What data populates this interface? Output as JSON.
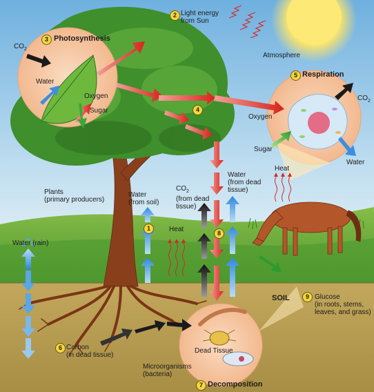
{
  "labels": {
    "light_energy": "Light energy\nfrom Sun",
    "atmosphere": "Atmosphere",
    "photosynthesis": "Photosynthesis",
    "co2_left": "CO",
    "co2_left_sub": "2",
    "water_leaf": "Water",
    "oxygen_leaf": "Oxygen",
    "sugar_leaf": "Sugar",
    "respiration": "Respiration",
    "oxygen_cell": "Oxygen",
    "sugar_cell": "Sugar",
    "co2_cell": "CO",
    "co2_cell_sub": "2",
    "water_cell": "Water",
    "heat_horse": "Heat",
    "plants": "Plants\n(primary producers)",
    "water_soil": "Water\n(from soil)",
    "co2_dead": "CO",
    "co2_dead_sub": "2",
    "co2_dead_rest": "(from dead\ntissue)",
    "water_dead": "Water\n(from dead\ntissue)",
    "heat_center": "Heat",
    "water_rain": "Water (rain)",
    "soil": "SOIL",
    "glucose": "Glucose\n(in roots, stems,\nleaves, and grass)",
    "carbon": "Carbon\n(in dead tissue)",
    "microorganisms": "Microorganisms\n(bacteria)",
    "dead_tissue": "Dead Tissue",
    "decomposition": "Decomposition"
  },
  "badges": {
    "b1": "1",
    "b2": "2",
    "b3": "3",
    "b4": "4",
    "b5": "5",
    "b6": "6",
    "b7": "7",
    "b8": "8",
    "b9": "9"
  },
  "colors": {
    "sky_top": "#79b6e2",
    "sky_bottom": "#cfe6f3",
    "grass": "#5fa23a",
    "soil": "#b39a4e",
    "trunk": "#8a3f1c",
    "foliage": "#3f8f2c",
    "inset_circle": "#f5c9a8",
    "sun": "#fbe56b",
    "red_arrow": "#d8241a",
    "blue_arrow": "#3b8fe0",
    "black_arrow": "#1a1a1a",
    "horse": "#b3562a"
  }
}
